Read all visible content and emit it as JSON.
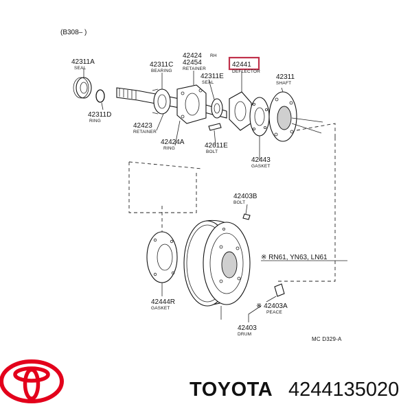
{
  "diagram": {
    "header_code": "(B308–      )",
    "ref_code": "MC D329-A",
    "applicability": "※ RN61, YN63, LN61",
    "highlight_color": "#c0304a",
    "parts": [
      {
        "id": "p42311a",
        "number": "42311A",
        "name": "SEAL"
      },
      {
        "id": "p42311c",
        "number": "42311C",
        "name": "BEARING"
      },
      {
        "id": "p42424",
        "number": "42424",
        "name": "RH"
      },
      {
        "id": "p42454",
        "number": "42454",
        "name": "RETAINER"
      },
      {
        "id": "p42441",
        "number": "42441",
        "name": "DEFLECTOR",
        "highlighted": true
      },
      {
        "id": "p42311",
        "number": "42311",
        "name": "SHAFT"
      },
      {
        "id": "p42311e",
        "number": "42311E",
        "name": "SEAL"
      },
      {
        "id": "p42311d",
        "number": "42311D",
        "name": "RING"
      },
      {
        "id": "p42423",
        "number": "42423",
        "name": "RETAINER"
      },
      {
        "id": "p42424a",
        "number": "42424A",
        "name": "RING"
      },
      {
        "id": "p42611e",
        "number": "42611E",
        "name": "BOLT"
      },
      {
        "id": "p42443",
        "number": "42443",
        "name": "GASKET"
      },
      {
        "id": "p42403b",
        "number": "42403B",
        "name": "BOLT"
      },
      {
        "id": "p42444r",
        "number": "42444R",
        "name": "GASKET"
      },
      {
        "id": "p42403a",
        "number": "※ 42403A",
        "name": "PEACE"
      },
      {
        "id": "p42403",
        "number": "42403",
        "name": "DRUM"
      }
    ]
  },
  "footer": {
    "brand": "TOYOTA",
    "part_number": "4244135020",
    "logo": "toyota-logo",
    "logo_color": "#e3001b"
  }
}
